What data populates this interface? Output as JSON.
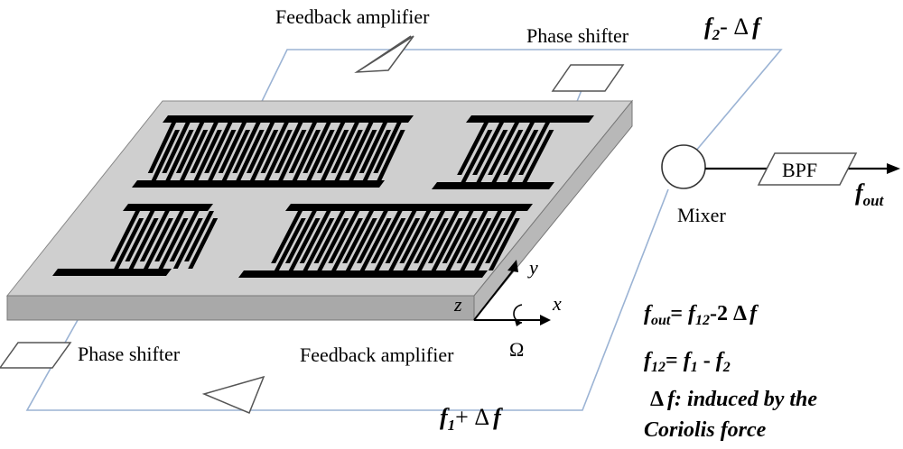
{
  "labels": {
    "feedback_amplifier_top": "Feedback amplifier",
    "phase_shifter_top": "Phase shifter",
    "freq_top_base": "f",
    "freq_top_sub": "2",
    "freq_top_rest": "- Δ",
    "freq_top_f": "f",
    "bpf": "BPF",
    "mixer": "Mixer",
    "fout_base": "f",
    "fout_sub": "out",
    "phase_shifter_bottom": "Phase shifter",
    "feedback_amplifier_bottom": "Feedback amplifier",
    "omega": "Ω",
    "axis_x": "x",
    "axis_y": "y",
    "axis_z": "z",
    "freq_bottom_base": "f",
    "freq_bottom_sub": "1",
    "freq_bottom_rest": "+ Δ",
    "freq_bottom_f": "f"
  },
  "equations": {
    "eq1_f": "f",
    "eq1_sub": "out",
    "eq1_mid": "= ",
    "eq1_f2": "f",
    "eq1_sub2": "12",
    "eq1_rest": "-2 Δ",
    "eq1_f3": "f",
    "eq2_f": "f",
    "eq2_sub": "12",
    "eq2_mid": "=  ",
    "eq2_f1": "f",
    "eq2_sub1": "1",
    "eq2_minus": " - ",
    "eq2_f2": "f",
    "eq2_sub2": "2",
    "eq3_delta": "Δ",
    "eq3_f": "f",
    "eq3_rest": ": induced by the",
    "eq4": "Coriolis force"
  },
  "colors": {
    "wire": "#9bb3d4",
    "substrate_top": "#cfcfcf",
    "substrate_side": "#a9a9a9",
    "electrode": "#000000"
  }
}
